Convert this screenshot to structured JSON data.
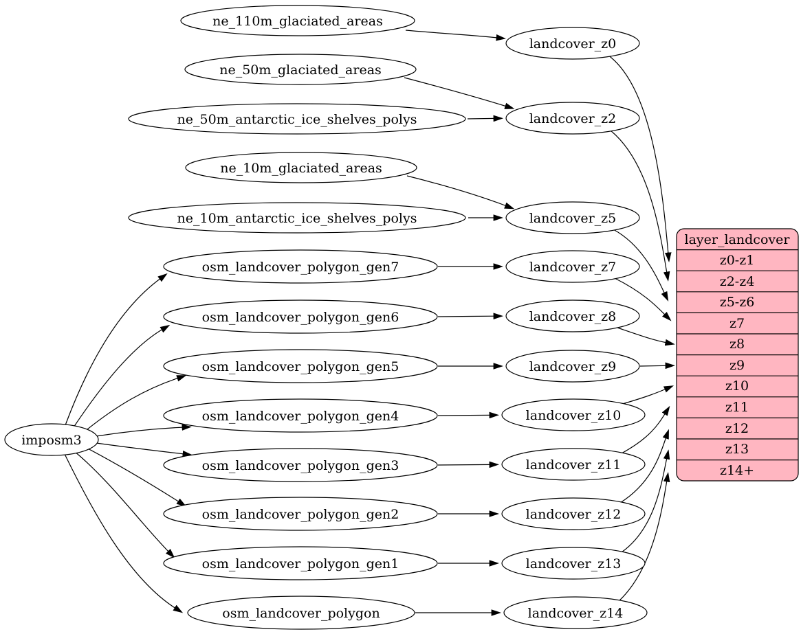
{
  "diagram": {
    "root": "imposm3",
    "sources": [
      "ne_110m_glaciated_areas",
      "ne_50m_glaciated_areas",
      "ne_50m_antarctic_ice_shelves_polys",
      "ne_10m_glaciated_areas",
      "ne_10m_antarctic_ice_shelves_polys",
      "osm_landcover_polygon_gen7",
      "osm_landcover_polygon_gen6",
      "osm_landcover_polygon_gen5",
      "osm_landcover_polygon_gen4",
      "osm_landcover_polygon_gen3",
      "osm_landcover_polygon_gen2",
      "osm_landcover_polygon_gen1",
      "osm_landcover_polygon"
    ],
    "tile_tables": [
      "landcover_z0",
      "landcover_z2",
      "landcover_z5",
      "landcover_z7",
      "landcover_z8",
      "landcover_z9",
      "landcover_z10",
      "landcover_z11",
      "landcover_z12",
      "landcover_z13",
      "landcover_z14"
    ],
    "layer_table": {
      "title": "layer_landcover",
      "rows": [
        "z0-z1",
        "z2-z4",
        "z5-z6",
        "z7",
        "z8",
        "z9",
        "z10",
        "z11",
        "z12",
        "z13",
        "z14+"
      ]
    },
    "edges": [
      {
        "from": "imposm3",
        "to": "osm_landcover_polygon_gen7"
      },
      {
        "from": "imposm3",
        "to": "osm_landcover_polygon_gen6"
      },
      {
        "from": "imposm3",
        "to": "osm_landcover_polygon_gen5"
      },
      {
        "from": "imposm3",
        "to": "osm_landcover_polygon_gen4"
      },
      {
        "from": "imposm3",
        "to": "osm_landcover_polygon_gen3"
      },
      {
        "from": "imposm3",
        "to": "osm_landcover_polygon_gen2"
      },
      {
        "from": "imposm3",
        "to": "osm_landcover_polygon_gen1"
      },
      {
        "from": "imposm3",
        "to": "osm_landcover_polygon"
      },
      {
        "from": "ne_110m_glaciated_areas",
        "to": "landcover_z0"
      },
      {
        "from": "ne_50m_glaciated_areas",
        "to": "landcover_z2"
      },
      {
        "from": "ne_50m_antarctic_ice_shelves_polys",
        "to": "landcover_z2"
      },
      {
        "from": "ne_10m_glaciated_areas",
        "to": "landcover_z5"
      },
      {
        "from": "ne_10m_antarctic_ice_shelves_polys",
        "to": "landcover_z5"
      },
      {
        "from": "osm_landcover_polygon_gen7",
        "to": "landcover_z7"
      },
      {
        "from": "osm_landcover_polygon_gen6",
        "to": "landcover_z8"
      },
      {
        "from": "osm_landcover_polygon_gen5",
        "to": "landcover_z9"
      },
      {
        "from": "osm_landcover_polygon_gen4",
        "to": "landcover_z10"
      },
      {
        "from": "osm_landcover_polygon_gen3",
        "to": "landcover_z11"
      },
      {
        "from": "osm_landcover_polygon_gen2",
        "to": "landcover_z12"
      },
      {
        "from": "osm_landcover_polygon_gen1",
        "to": "landcover_z13"
      },
      {
        "from": "osm_landcover_polygon",
        "to": "landcover_z14"
      },
      {
        "from": "landcover_z0",
        "to": "layer_landcover:z0-z1"
      },
      {
        "from": "landcover_z2",
        "to": "layer_landcover:z2-z4"
      },
      {
        "from": "landcover_z5",
        "to": "layer_landcover:z5-z6"
      },
      {
        "from": "landcover_z7",
        "to": "layer_landcover:z7"
      },
      {
        "from": "landcover_z8",
        "to": "layer_landcover:z8"
      },
      {
        "from": "landcover_z9",
        "to": "layer_landcover:z9"
      },
      {
        "from": "landcover_z10",
        "to": "layer_landcover:z10"
      },
      {
        "from": "landcover_z11",
        "to": "layer_landcover:z11"
      },
      {
        "from": "landcover_z12",
        "to": "layer_landcover:z12"
      },
      {
        "from": "landcover_z13",
        "to": "layer_landcover:z13"
      },
      {
        "from": "landcover_z14",
        "to": "layer_landcover:z14+"
      }
    ],
    "colors": {
      "layer_table_fill": "#FFB6C1",
      "node_fill": "#FFFFFF",
      "stroke": "#000000",
      "background": "#FFFFFF"
    }
  }
}
